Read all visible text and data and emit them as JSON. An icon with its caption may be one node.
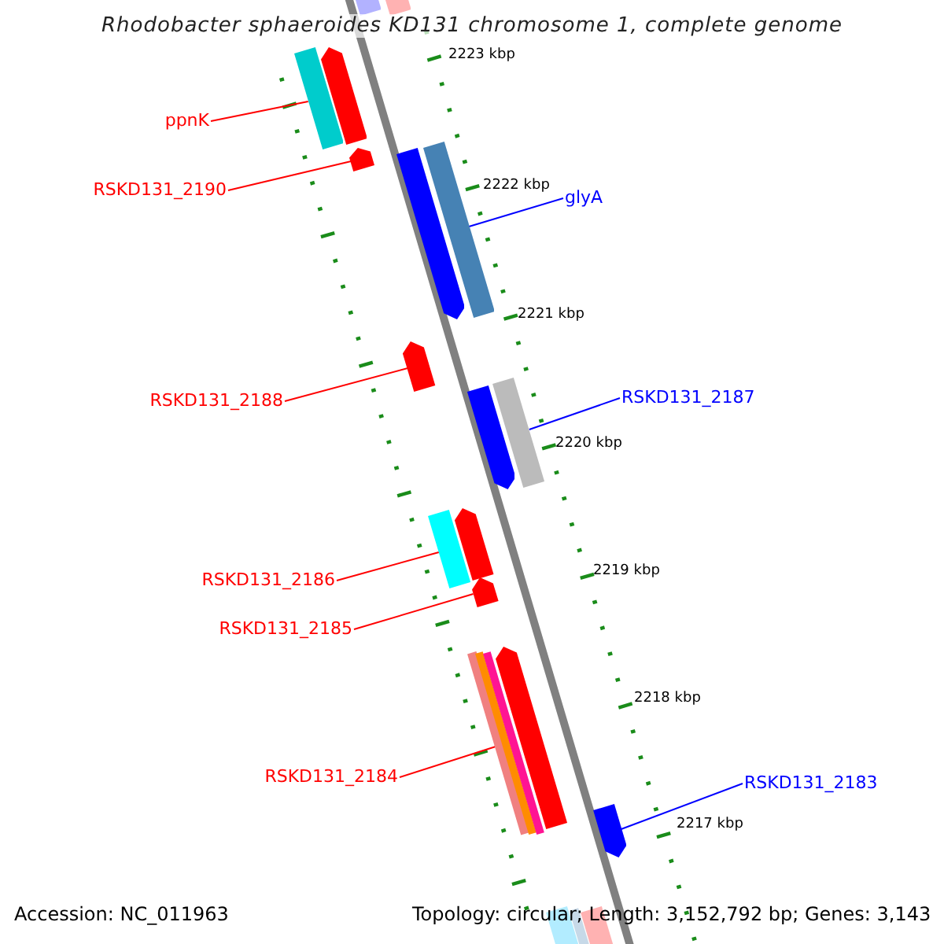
{
  "diagram": {
    "title": "Rhodobacter sphaeroides KD131 chromosome 1, complete genome",
    "nodes": [
      {
        "text": [
          "ppnK"
        ]
      },
      {
        "text": [],
        "shape": "bar"
      },
      {
        "text": [
          "RSKD131_2190"
        ]
      },
      {
        "text": [],
        "shape": "bar"
      },
      {
        "text": [
          "glyA"
        ]
      },
      {
        "text": [],
        "shape": "bar"
      },
      {
        "text": [
          "RSKD131_2188"
        ]
      },
      {
        "text": [],
        "shape": "bar"
      },
      {
        "text": [
          "RSKD131_2187"
        ]
      },
      {
        "text": [],
        "shape": "bar"
      },
      {
        "text": [
          "RSKD131_2186"
        ]
      },
      {
        "text": [],
        "shape": "bar"
      },
      {
        "text": [
          "RSKD131_2185"
        ]
      },
      {
        "text": [],
        "shape": "bar"
      },
      {
        "text": [
          "RSKD131_2184"
        ]
      },
      {
        "text": [],
        "shape": "bar"
      },
      {
        "text": [
          "RSKD131_2183"
        ]
      },
      {
        "text": [],
        "shape": "bar"
      },
      {
        "text": [],
        "shape": "bar"
      },
      {
        "text": [],
        "shape": "bar"
      },
      {
        "text": [],
        "shape": "bar"
      },
      {
        "text": [],
        "shape": "bar"
      },
      {
        "text": [],
        "shape": "bar"
      },
      {
        "text": [],
        "shape": "bar"
      },
      {
        "text": [],
        "shape": "bar"
      },
      {
        "text": [],
        "shape": "bar"
      }
    ],
    "edges": [
      {
        "from": 0,
        "to": 20,
        "arrow": "none"
      },
      {
        "from": 2,
        "to": 3,
        "arrow": "none"
      },
      {
        "from": 4,
        "to": 21,
        "arrow": "none",
        "color": "#0000ff"
      },
      {
        "from": 6,
        "to": 7,
        "arrow": "none"
      },
      {
        "from": 8,
        "to": 22,
        "arrow": "none",
        "color": "#0000ff"
      },
      {
        "from": 10,
        "to": 23,
        "arrow": "none"
      },
      {
        "from": 12,
        "to": 13,
        "arrow": "none"
      },
      {
        "from": 14,
        "to": 24,
        "arrow": "none"
      },
      {
        "from": 16,
        "to": 17,
        "arrow": "none",
        "color": "#0000ff"
      }
    ],
    "labels": [
      "2223 kbp",
      "2222 kbp",
      "2221 kbp",
      "2220 kbp",
      "2219 kbp",
      "2218 kbp",
      "2217 kbp",
      "Accession: NC_011963",
      "Topology: circular; Length: 3,152,792 bp; Genes: 3,143"
    ]
  }
}
